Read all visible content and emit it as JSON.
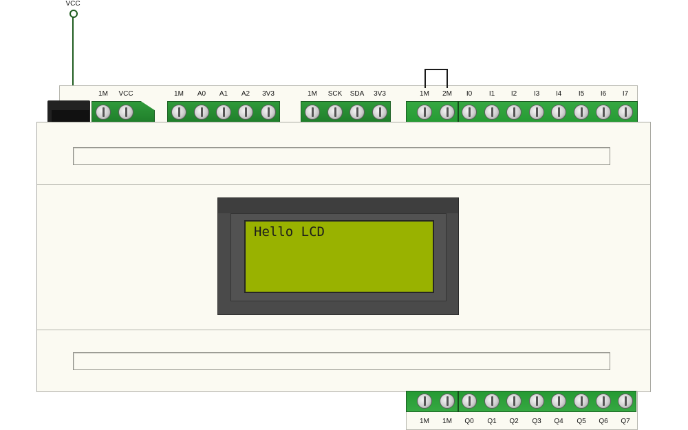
{
  "net": {
    "vcc_label": "VCC"
  },
  "top_terminals": {
    "block1": [
      "1M",
      "VCC"
    ],
    "block2": [
      "1M",
      "A0",
      "A1",
      "A2",
      "3V3"
    ],
    "block3": [
      "1M",
      "SCK",
      "SDA",
      "3V3"
    ],
    "block4": [
      "1M",
      "2M",
      "I0",
      "I1",
      "I2",
      "I3",
      "I4",
      "I5",
      "I6",
      "I7"
    ]
  },
  "bottom_terminals": [
    "1M",
    "1M",
    "Q0",
    "Q1",
    "Q2",
    "Q3",
    "Q4",
    "Q5",
    "Q6",
    "Q7"
  ],
  "lcd": {
    "line1": "Hello LCD"
  },
  "colors": {
    "terminal_block": "#2f9a3a",
    "lcd_background": "#99b200",
    "housing": "#fbfaf2",
    "wire": "#1f5c1f"
  }
}
